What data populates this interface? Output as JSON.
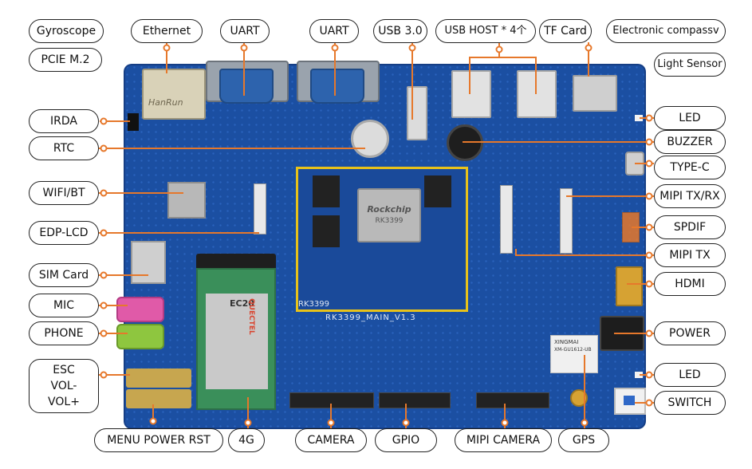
{
  "labels": {
    "gyroscope": "Gyroscope",
    "ethernet": "Ethernet",
    "uart1": "UART",
    "uart2": "UART",
    "usb3": "USB 3.0",
    "usbhost": "USB HOST * 4个",
    "tfcard": "TF Card",
    "compass": "Electronic compassv",
    "pcie": "PCIE M.2",
    "lightsensor": "Light Sensor",
    "irda": "IRDA",
    "rtc": "RTC",
    "wifibt": "WIFI/BT",
    "edplcd": "EDP-LCD",
    "simcard": "SIM Card",
    "mic": "MIC",
    "phone": "PHONE",
    "esc": "ESC",
    "volminus": "VOL-",
    "volplus": "VOL+",
    "menupowerrst": "MENU  POWER  RST",
    "fourg": "4G",
    "camera": "CAMERA",
    "gpio": "GPIO",
    "mipicamera": "MIPI CAMERA",
    "gps": "GPS",
    "led1": "LED",
    "buzzer": "BUZZER",
    "typec": "TYPE-C",
    "mipitxrx": "MIPI TX/RX",
    "spdif": "SPDIF",
    "mipitx": "MIPI TX",
    "hdmi": "HDMI",
    "power": "POWER",
    "led2": "LED",
    "switch": "SWITCH"
  },
  "board_text": {
    "soc_brand": "Rockchip",
    "soc_model": "RK3399",
    "board_name": "RK3399_MAIN_V1.3",
    "board_side": "RK3399",
    "module_brand": "QUECTEL",
    "module_model": "EC20",
    "gps_brand": "XINGMAI",
    "gps_model": "XM-GU1612-UB",
    "eth_text": "HanRun"
  },
  "colors": {
    "board": "#1b4fa2",
    "wire": "#e6782b",
    "label_border": "#222222",
    "core_border": "#e8c21a",
    "mic_jack": "#e05aa8",
    "phone_jack": "#8ec63f",
    "module_green": "#3a8f5a"
  }
}
